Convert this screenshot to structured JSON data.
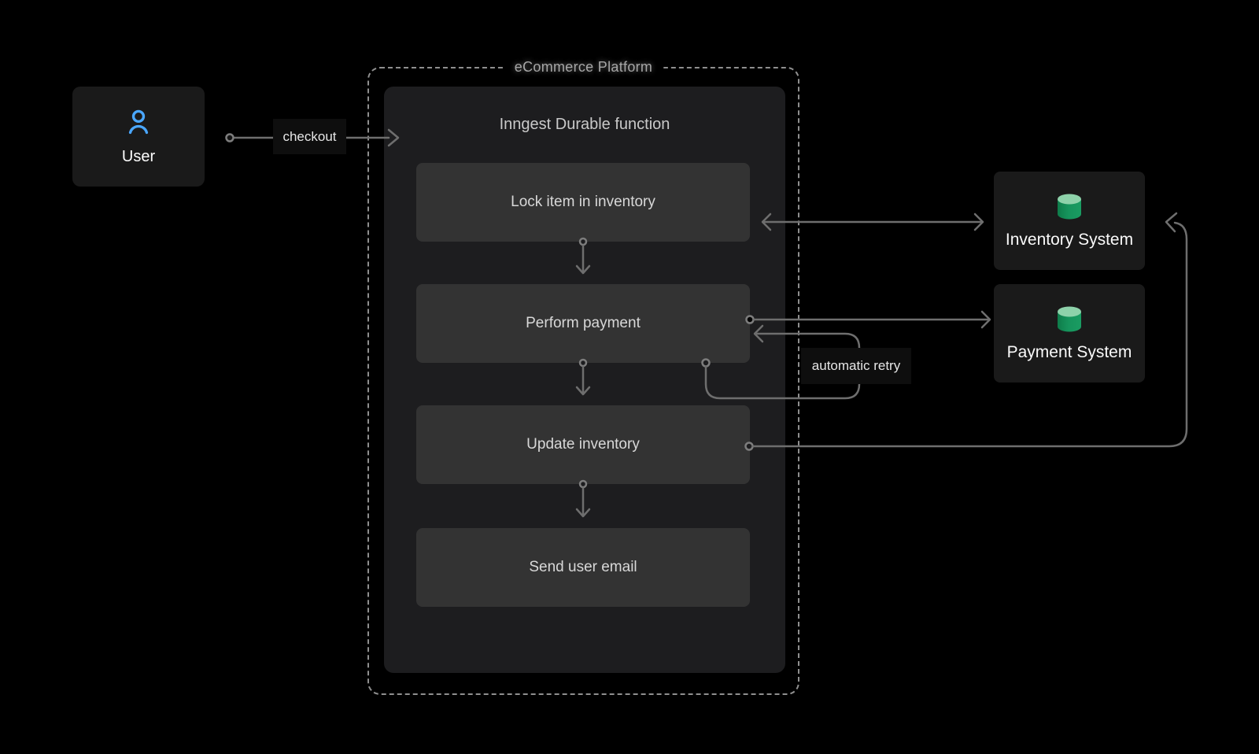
{
  "diagram": {
    "user_node": {
      "label": "User",
      "icon": "user-icon"
    },
    "checkout_edge": {
      "label": "checkout"
    },
    "platform": {
      "title": "eCommerce Platform",
      "function_panel": {
        "title": "Inngest Durable function",
        "steps": [
          {
            "label": "Lock item in inventory"
          },
          {
            "label": "Perform payment"
          },
          {
            "label": "Update inventory"
          },
          {
            "label": "Send user email"
          }
        ]
      }
    },
    "systems": [
      {
        "label": "Inventory System",
        "icon": "database-icon"
      },
      {
        "label": "Payment System",
        "icon": "database-icon"
      }
    ],
    "retry_edge": {
      "label": "automatic retry"
    },
    "colors": {
      "background": "#000000",
      "node_bg": "#1a1a1a",
      "panel_bg": "#1d1d1f",
      "step_bg": "#333333",
      "dashed_border": "#8f8f8f",
      "arrow": "#6e6e6e",
      "user_icon_blue": "#4aa7ff",
      "db_green": "#16945c",
      "db_green_light": "#8ed2aa",
      "label_text": "#e6e6e6"
    }
  }
}
